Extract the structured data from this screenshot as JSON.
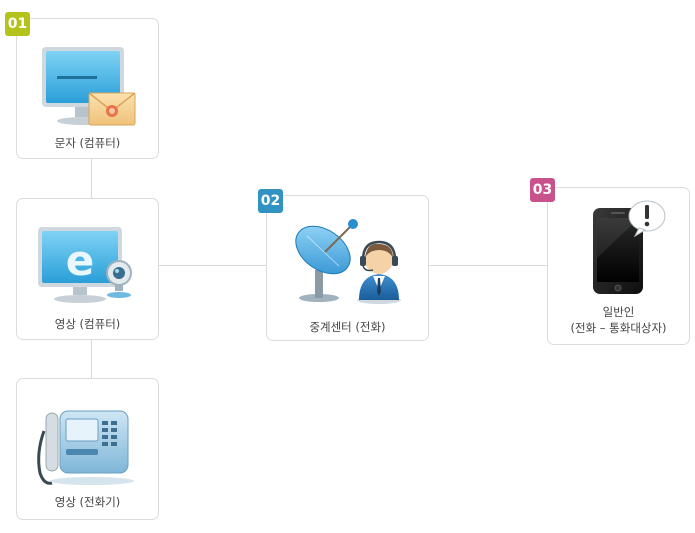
{
  "badges": {
    "b1": {
      "text": "01",
      "color": "#b5c21a"
    },
    "b2": {
      "text": "02",
      "color": "#3293c2"
    },
    "b3": {
      "text": "03",
      "color": "#c8528c"
    }
  },
  "nodes": {
    "text_computer": {
      "label": "문자 (컴퓨터)",
      "icon": "monitor-with-envelope-icon"
    },
    "video_computer": {
      "label": "영상 (컴퓨터)",
      "icon": "monitor-with-webcam-icon"
    },
    "video_phone": {
      "label": "영상 (전화기)",
      "icon": "video-phone-icon"
    },
    "relay_center": {
      "label": "중계센터 (전화)",
      "icon": "satellite-operator-icon"
    },
    "general": {
      "label_line1": "일반인",
      "label_line2": "(전화 – 통화대상자)",
      "icon": "smartphone-alert-icon"
    }
  }
}
